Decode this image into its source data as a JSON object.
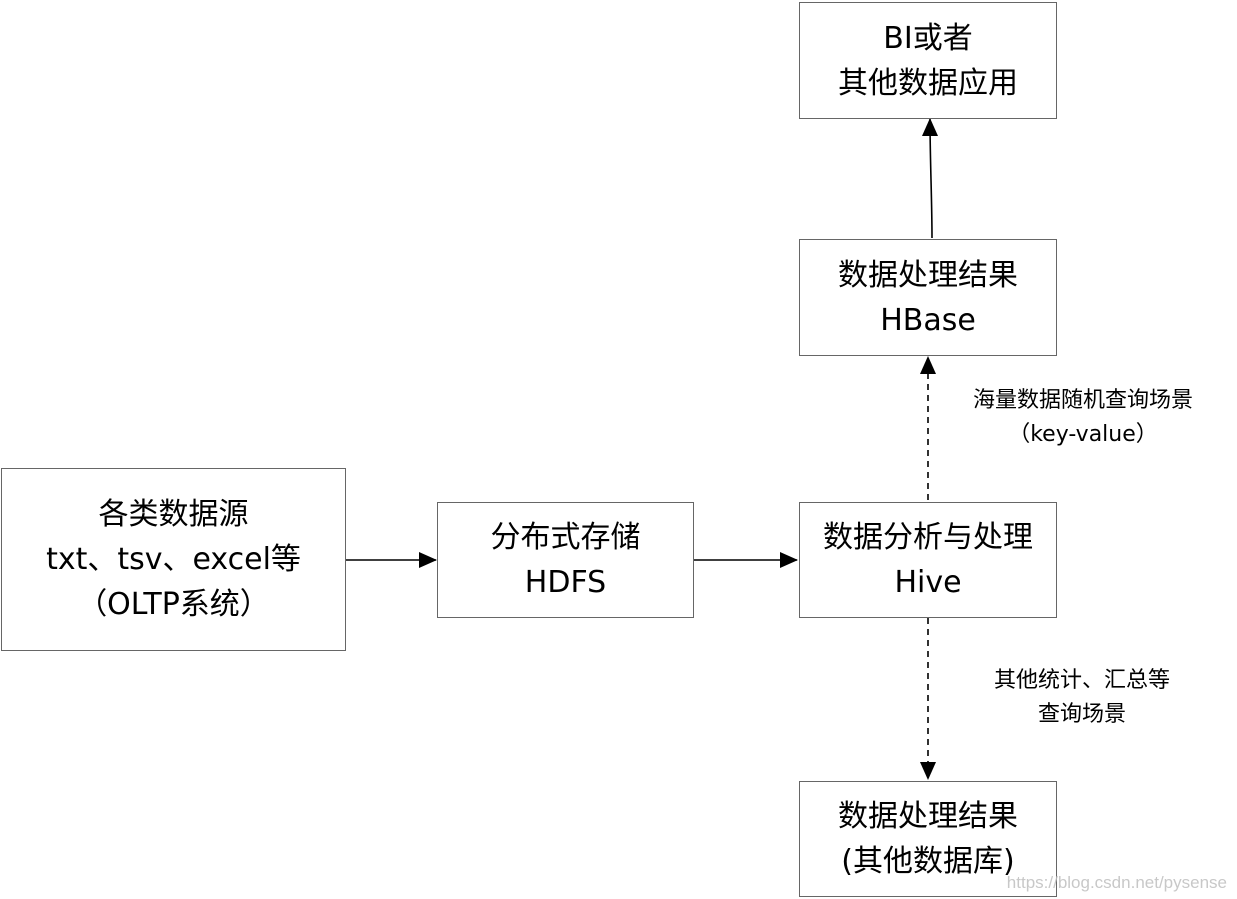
{
  "nodes": {
    "sources": {
      "line1": "各类数据源",
      "line2": "txt、tsv、excel等",
      "line3": "（OLTP系统）"
    },
    "hdfs": {
      "line1": "分布式存储",
      "line2": "HDFS"
    },
    "hive": {
      "line1": "数据分析与处理",
      "line2": "Hive"
    },
    "hbase": {
      "line1": "数据处理结果",
      "line2": "HBase"
    },
    "bi": {
      "line1": "BI或者",
      "line2": "其他数据应用"
    },
    "otherdb": {
      "line1": "数据处理结果",
      "line2": "(其他数据库)"
    }
  },
  "edge_labels": {
    "hive_to_hbase": {
      "line1": "海量数据随机查询场景",
      "line2": "（key-value）"
    },
    "hive_to_otherdb": {
      "line1": "其他统计、汇总等",
      "line2": "查询场景"
    }
  },
  "watermark": "https://blog.csdn.net/pysense",
  "colors": {
    "border": "#666666",
    "arrow": "#000000",
    "watermark": "#bebebe"
  }
}
